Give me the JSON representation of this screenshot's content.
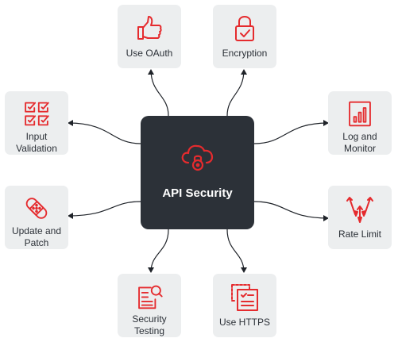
{
  "center": {
    "title": "API Security",
    "icon": "cloud-lock-icon"
  },
  "accent_color": "#e52b2e",
  "card_bg": "#eceeef",
  "center_bg": "#2c3138",
  "items": [
    {
      "label": "Use OAuth",
      "icon": "thumbs-up-icon"
    },
    {
      "label": "Encryption",
      "icon": "padlock-icon"
    },
    {
      "label": "Input\nValidation",
      "icon": "checklist-icon"
    },
    {
      "label": "Log and\nMonitor",
      "icon": "bar-chart-icon"
    },
    {
      "label": "Update and\nPatch",
      "icon": "bandage-icon"
    },
    {
      "label": "Rate Limit",
      "icon": "arrows-icon"
    },
    {
      "label": "Security\nTesting",
      "icon": "document-search-icon"
    },
    {
      "label": "Use HTTPS",
      "icon": "secure-document-icon"
    }
  ]
}
